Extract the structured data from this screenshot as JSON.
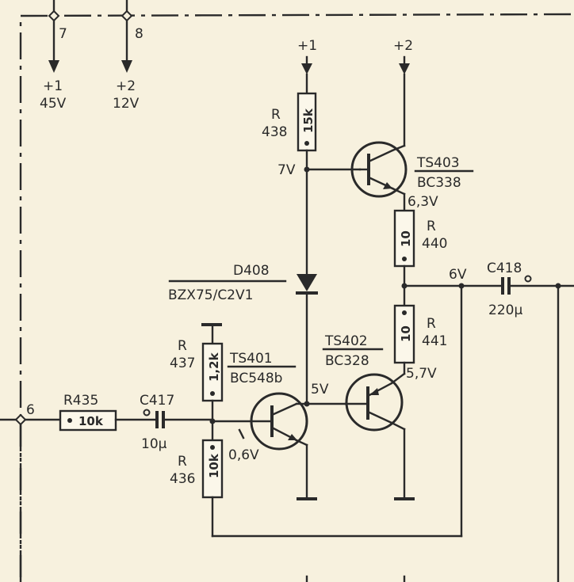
{
  "terminals": {
    "t7": "7",
    "t8": "8",
    "t6": "6"
  },
  "supplies": {
    "s1_name": "+1",
    "s1_volt": "45V",
    "s2_name": "+2",
    "s2_volt": "12V",
    "top1": "+1",
    "top2": "+2"
  },
  "r438": {
    "ref": "R",
    "num": "438",
    "value": "15k"
  },
  "r440": {
    "ref": "R",
    "num": "440",
    "value": "10"
  },
  "r441": {
    "ref": "R",
    "num": "441",
    "value": "10"
  },
  "r437": {
    "ref": "R",
    "num": "437",
    "value": "1,2k"
  },
  "r436": {
    "ref": "R",
    "num": "436",
    "value": "10k"
  },
  "r435": {
    "ref": "R435",
    "value": "10k"
  },
  "c417": {
    "ref": "C417",
    "value": "10µ"
  },
  "c418": {
    "ref": "C418",
    "value": "220µ"
  },
  "ts403": {
    "ref": "TS403",
    "type": "BC338"
  },
  "ts402": {
    "ref": "TS402",
    "type": "BC328"
  },
  "ts401": {
    "ref": "TS401",
    "type": "BC548b"
  },
  "d408": {
    "ref": "D408",
    "type": "BZX75/C2V1"
  },
  "voltages": {
    "v_7v": "7V",
    "v_6_3v": "6,3V",
    "v_6v": "6V",
    "v_5_7v": "5,7V",
    "v_5v": "5V",
    "v_0_6v": "0,6V"
  }
}
